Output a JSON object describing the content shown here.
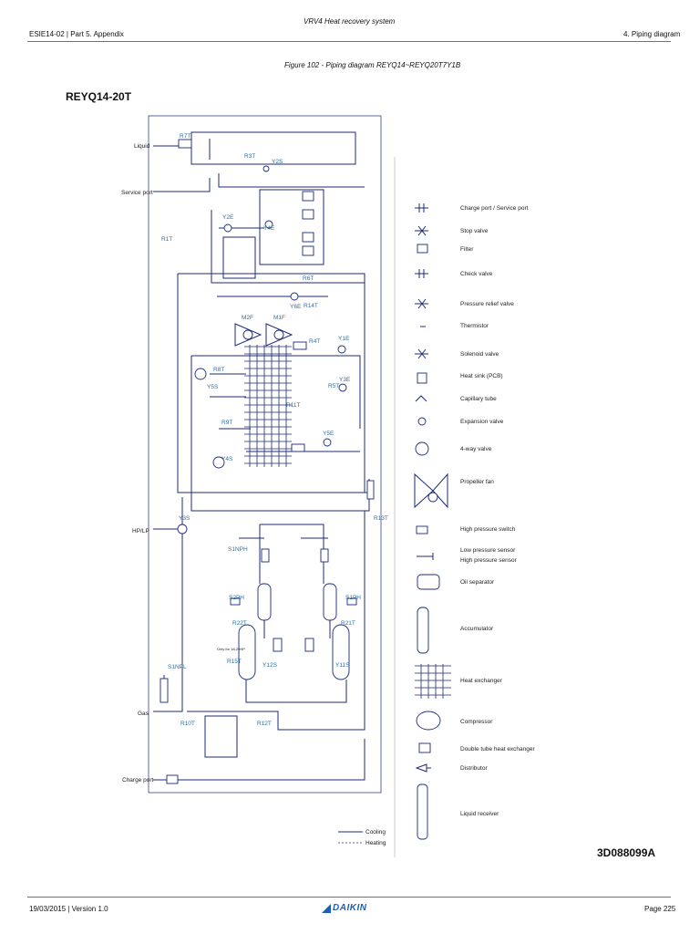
{
  "header": {
    "doc_ref": "ESIE14-02 | Part 5. Appendix",
    "system": "VRV4 Heat recovery system",
    "section": "4. Piping diagram"
  },
  "figure_caption": "Figure 102 - Piping diagram REYQ14~REYQ20T7Y1B",
  "model_title": "REYQ14-20T",
  "diagram_code": "3D088099A",
  "left_labels": {
    "liquid": "Liquid",
    "service_port": "Service port",
    "hp_lp": "HP/LP",
    "gas": "Gas",
    "charge_port": "Charge port"
  },
  "tags": [
    "R7T",
    "R3T",
    "Y2S",
    "R1T",
    "Y2E",
    "Y4E",
    "R6T",
    "Y6E",
    "R14T",
    "M2F",
    "M1F",
    "R4T",
    "Y1E",
    "R8T",
    "Y5S",
    "R5T",
    "Y3E",
    "R11T",
    "R9T",
    "Y5E",
    "Y4S",
    "Y3S",
    "S1NPH",
    "S2PH",
    "S1PH",
    "R22T",
    "R21T",
    "R15T",
    "Y12S",
    "Y11S",
    "R10T",
    "R12T",
    "S1NPL",
    "R13T"
  ],
  "note_only_for": "Only for 18-20HP",
  "legend": [
    "Charge port / Service port",
    "Stop valve",
    "Filter",
    "Check valve",
    "Pressure relief valve",
    "Thermistor",
    "Solenoid valve",
    "Heat sink (PCB)",
    "Capillary tube",
    "Expansion valve",
    "4-way valve",
    "Propeller fan",
    "High pressure switch",
    "Low pressure sensor",
    "High pressure sensor",
    "Oil separator",
    "Accumulator",
    "Heat exchanger",
    "Compressor",
    "Double tube heat exchanger",
    "Distributor",
    "Liquid receiver"
  ],
  "flow_legend": {
    "cooling": "Cooling",
    "heating": "Heating"
  },
  "footer": {
    "date_version": "19/03/2015 | Version 1.0",
    "brand": "DAIKIN",
    "page": "Page 225"
  },
  "colors": {
    "header_line": "#2f7fd6",
    "pipe": "#1c2a7a",
    "tag_text": "#2e6f9e",
    "brand": "#1b5fb8"
  }
}
